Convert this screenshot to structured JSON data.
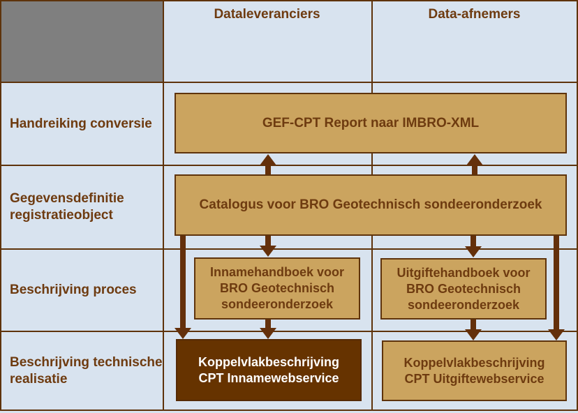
{
  "colors": {
    "background": "#d8e3ef",
    "grid": "#5e330b",
    "header_gray": "#7f7f7f",
    "box_tan": "#cba45f",
    "box_border": "#5e330b",
    "box_dark": "#663300",
    "text_brown": "#6e3b10",
    "text_white": "#ffffff",
    "arrow": "#64300b"
  },
  "columns": [
    {
      "label": "Dataleveranciers"
    },
    {
      "label": "Data-afnemers"
    }
  ],
  "rows": [
    {
      "label": "Handreiking conversie"
    },
    {
      "label": "Gegevensdefinitie\nregistratieobject"
    },
    {
      "label": "Beschrijving proces"
    },
    {
      "label": "Beschrijving technische\nrealisatie"
    }
  ],
  "boxes": {
    "conversion": "GEF-CPT Report naar IMBRO-XML",
    "catalog": "Catalogus voor BRO Geotechnisch sondeeronderzoek",
    "intake_handbook": "Innamehandboek voor\nBRO Geotechnisch\nsondeeronderzoek",
    "delivery_handbook": "Uitgiftehandboek voor\nBRO Geotechnisch\nsondeeronderzoek",
    "intake_webservice": "Koppelvlakbeschrijving\nCPT Innamewebservice",
    "delivery_webservice": "Koppelvlakbeschrijving\nCPT Uitgiftewebservice"
  }
}
